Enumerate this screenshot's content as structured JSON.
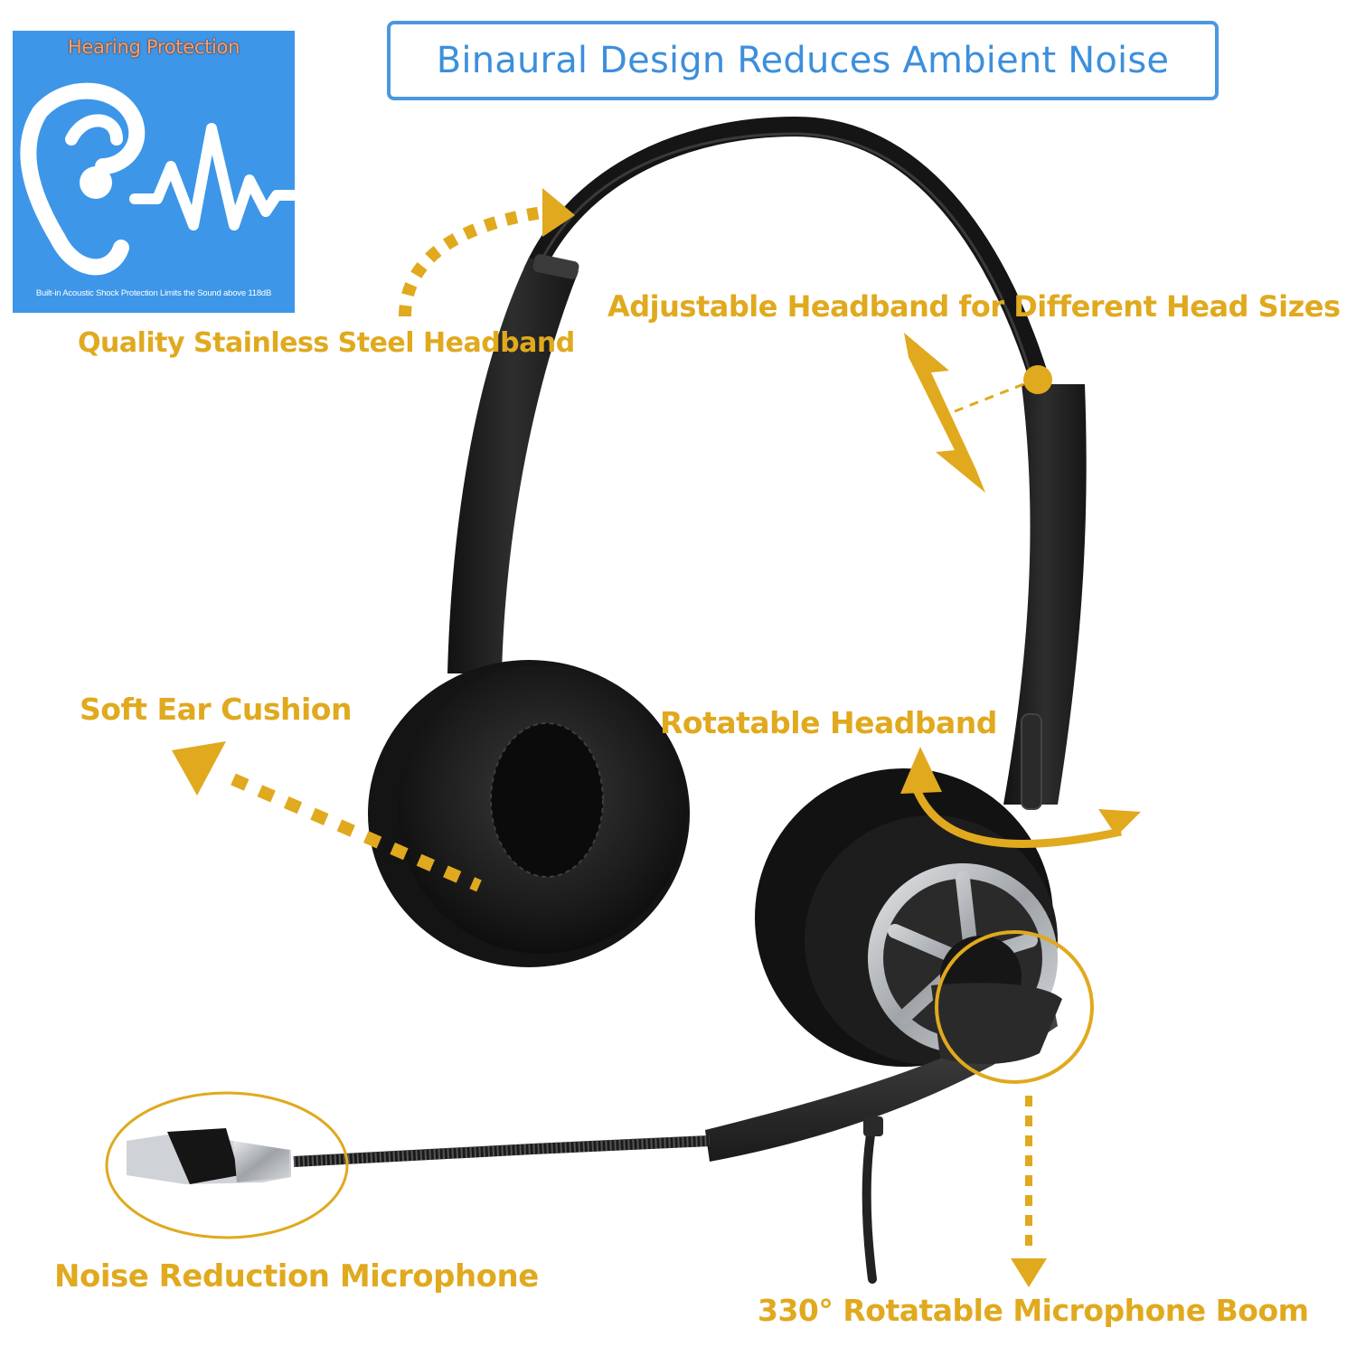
{
  "badge": {
    "title": "Hearing Protection",
    "note": "Built-in Acoustic Shock Protection Limits the Sound above 118dB",
    "icon": "ear-soundwave-icon",
    "background": "#3d96e8"
  },
  "title": {
    "text": "Binaural Design Reduces Ambient Noise",
    "color": "#3c8fdc"
  },
  "callouts": [
    {
      "id": "steel-headband",
      "text": "Quality Stainless Steel Headband"
    },
    {
      "id": "adjustable-headband",
      "text": "Adjustable Headband for Different Head Sizes"
    },
    {
      "id": "ear-cushion",
      "text": "Soft Ear Cushion"
    },
    {
      "id": "rotatable-headband",
      "text": "Rotatable Headband"
    },
    {
      "id": "microphone",
      "text": "Noise Reduction Microphone"
    },
    {
      "id": "mic-boom",
      "text": "330° Rotatable Microphone Boom"
    }
  ],
  "colors": {
    "accent": "#e0a91e",
    "headset": "#1e1e1e",
    "silver": "#b9bcc0"
  }
}
